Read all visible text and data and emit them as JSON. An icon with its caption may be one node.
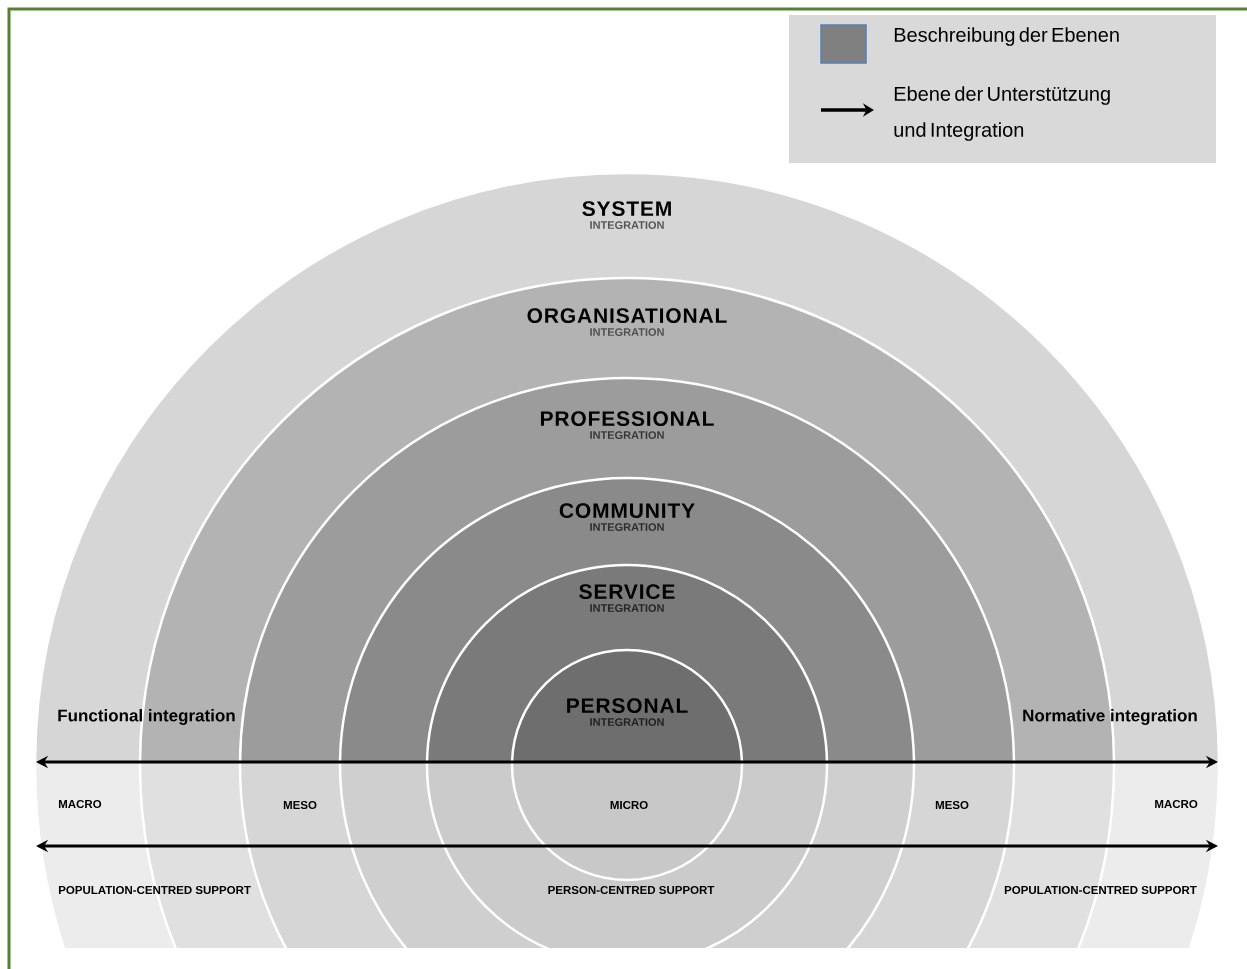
{
  "diagram": {
    "nodes": [
      {
        "text": [
          "SYSTEM",
          "INTEGRATION"
        ]
      },
      {
        "text": [
          "ORGANISATIONAL",
          "INTEGRATION"
        ],
        "in": 0
      },
      {
        "text": [
          "PROFESSIONAL",
          "INTEGRATION"
        ],
        "in": 1
      },
      {
        "text": [
          "COMMUNITY",
          "INTEGRATION"
        ],
        "in": 2
      },
      {
        "text": [
          "SERVICE",
          "INTEGRATION"
        ],
        "in": 3
      },
      {
        "text": [
          "PERSONAL",
          "INTEGRATION"
        ],
        "in": 4
      }
    ],
    "labels": [
      "Functional integration",
      "Normative integration",
      "MACRO",
      "MESO",
      "MICRO",
      "MESO",
      "MACRO",
      "POPULATION-CENTRED SUPPORT",
      "PERSON-CENTRED SUPPORT",
      "POPULATION-CENTRED SUPPORT"
    ],
    "legend": [
      {
        "text": "Beschreibung der Ebenen",
        "color": "#808080"
      },
      {
        "text": "Ebene der Unterstützung und Integration"
      }
    ]
  }
}
